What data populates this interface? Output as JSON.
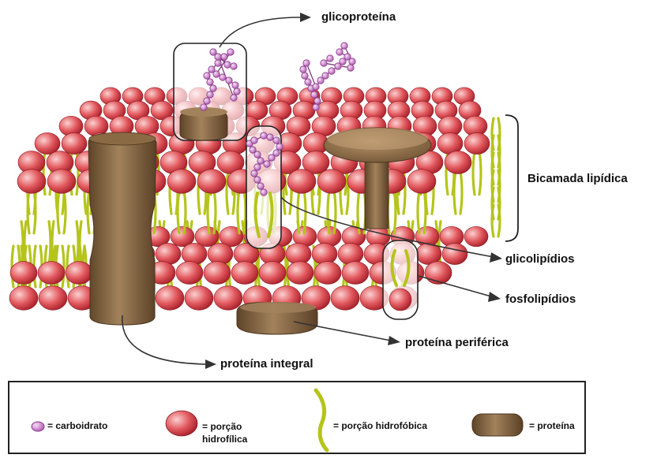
{
  "labels": {
    "glycoprotein": "glicoproteína",
    "lipid_bilayer": "Bicamada lipídica",
    "glycolipids": "glicolipídios",
    "phospholipids": "fosfolipídios",
    "peripheral_protein": "proteína periférica",
    "integral_protein": "proteína integral"
  },
  "legend": {
    "carbohydrate": "=  carboidrato",
    "hydrophilic_1": "= porção",
    "hydrophilic_2": "hidrofílica",
    "hydrophobic": "= porção hidrofóbica",
    "protein": "= proteína"
  },
  "colors": {
    "lipid_head": "#d9363e",
    "lipid_head_light": "#f4a0a0",
    "lipid_tail": "#b5c41a",
    "protein": "#7a5e3c",
    "protein_light": "#9c7c57",
    "carbohydrate": "#d9a0d9",
    "carbohydrate_edge": "#8a3a8a"
  }
}
